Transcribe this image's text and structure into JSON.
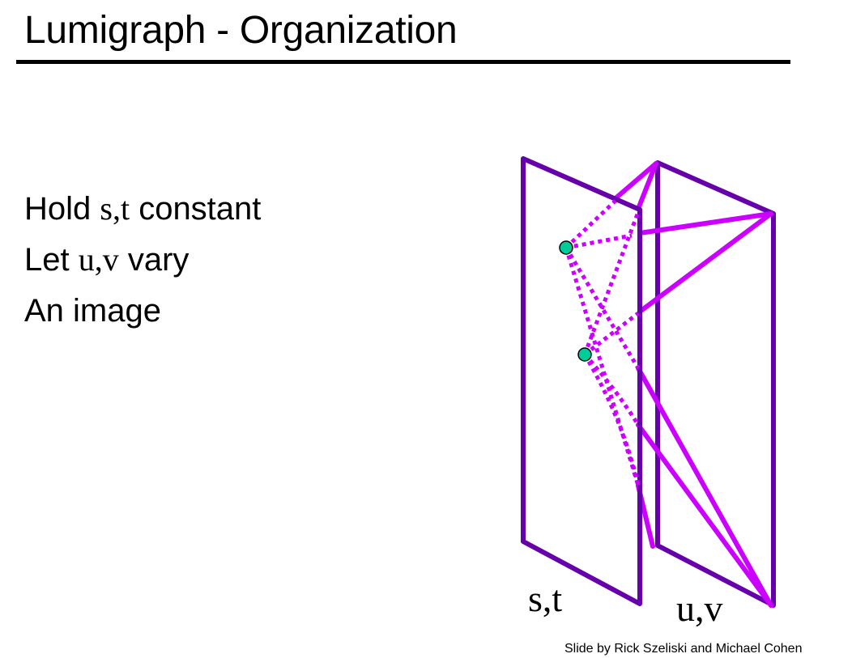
{
  "slide": {
    "title": "Lumigraph - Organization",
    "bullets": [
      {
        "pre": "Hold ",
        "math": "s,t",
        "post": " constant"
      },
      {
        "pre": "Let ",
        "math": "u,v",
        "post": " vary"
      },
      {
        "pre": "An image",
        "math": "",
        "post": ""
      }
    ],
    "credit": "Slide by Rick Szeliski and Michael Cohen"
  },
  "diagram": {
    "plane_st_label": "s,t",
    "plane_uv_label": "u,v",
    "colors": {
      "plane": "#6600aa",
      "ray": "#cc00ff",
      "point": "#00cc99"
    }
  }
}
